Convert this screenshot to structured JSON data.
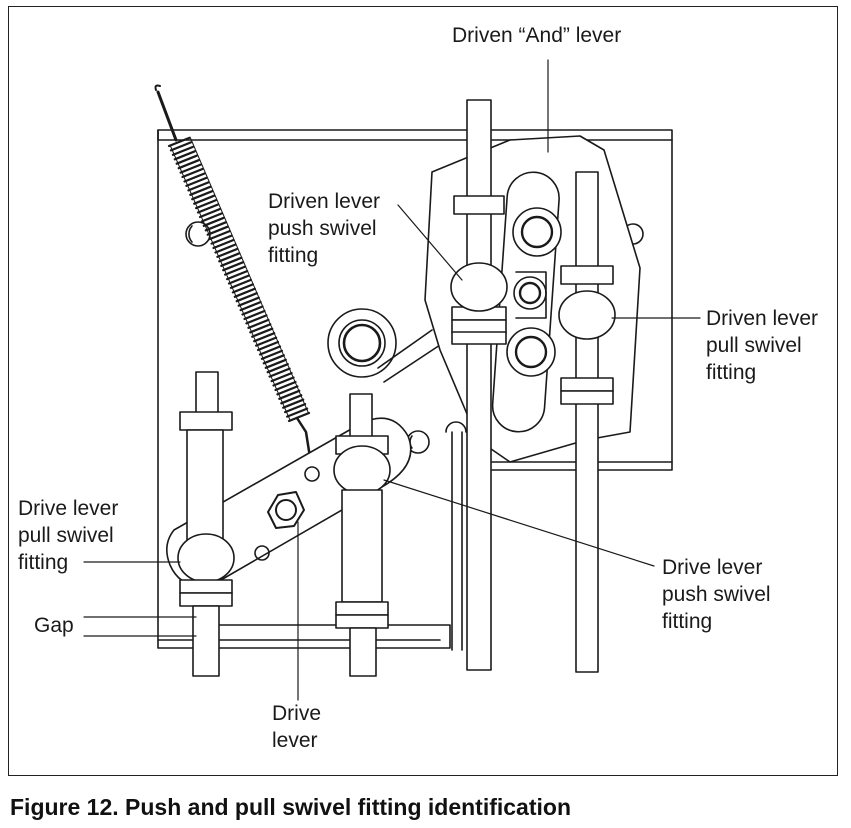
{
  "figure": {
    "caption": "Figure 12. Push and pull swivel fitting identification"
  },
  "labels": {
    "driven_and_lever": "Driven “And” lever",
    "driven_lever_push_swivel": "Driven lever\npush swivel\nfitting",
    "driven_lever_pull_swivel": "Driven lever\npull swivel\nfitting",
    "drive_lever_pull_swivel": "Drive lever\npull swivel\nfitting",
    "drive_lever_push_swivel": "Drive lever\npush swivel\nfitting",
    "gap": "Gap",
    "drive_lever": "Drive\nlever"
  }
}
